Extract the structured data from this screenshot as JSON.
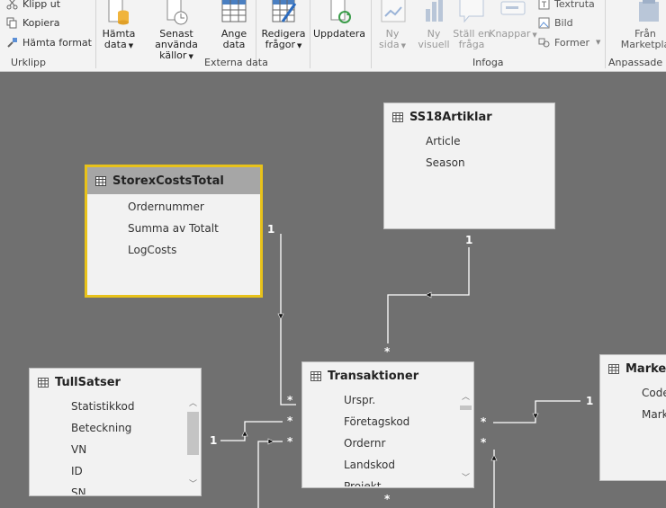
{
  "ribbon": {
    "clipboard": {
      "cut": "Klipp ut",
      "copy": "Kopiera",
      "format_painter": "Hämta format",
      "group_label": "Urklipp"
    },
    "external_data": {
      "get_data_line1": "Hämta",
      "get_data_line2": "data",
      "recent_sources_line1": "Senast använda",
      "recent_sources_line2": "källor",
      "enter_data_line1": "Ange",
      "enter_data_line2": "data",
      "edit_queries_line1": "Redigera",
      "edit_queries_line2": "frågor",
      "refresh": "Uppdatera",
      "group_label": "Externa data"
    },
    "insert": {
      "new_page_line1": "Ny",
      "new_page_line2": "sida",
      "new_visual_line1": "Ny",
      "new_visual_line2": "visuell",
      "ask_question_line1": "Ställ en",
      "ask_question_line2": "fråga",
      "buttons": "Knappar",
      "textbox": "Textruta",
      "image": "Bild",
      "shapes": "Former",
      "group_label": "Infoga"
    },
    "custom_visuals": {
      "from_marketplace_line1": "Från",
      "from_marketplace_line2": "Marketpla",
      "group_label": "Anpassade v"
    }
  },
  "tables": {
    "ss18": {
      "title": "SS18Artiklar",
      "fields": [
        "Article",
        "Season"
      ]
    },
    "storex": {
      "title": "StorexCostsTotal",
      "fields": [
        "Ordernummer",
        "Summa av Totalt",
        "LogCosts"
      ]
    },
    "tull": {
      "title": "TullSatser",
      "fields": [
        "Statistikkod",
        "Beteckning",
        "VN",
        "ID",
        "SN"
      ]
    },
    "trans": {
      "title": "Transaktioner",
      "fields": [
        "Urspr.",
        "Företagskod",
        "Ordernr",
        "Landskod",
        "Projekt"
      ]
    },
    "market": {
      "title": "Market",
      "fields": [
        "Code",
        "Mark"
      ]
    }
  },
  "cardinality": {
    "ss18_one": "1",
    "ss18_many": "*",
    "storex_one": "1",
    "storex_many": "*",
    "tull_one": "1",
    "tull_many_1": "*",
    "tull_many_2": "*",
    "market_one": "1",
    "market_many": "*",
    "trans_right_many": "*",
    "trans_bottom_many": "*"
  }
}
